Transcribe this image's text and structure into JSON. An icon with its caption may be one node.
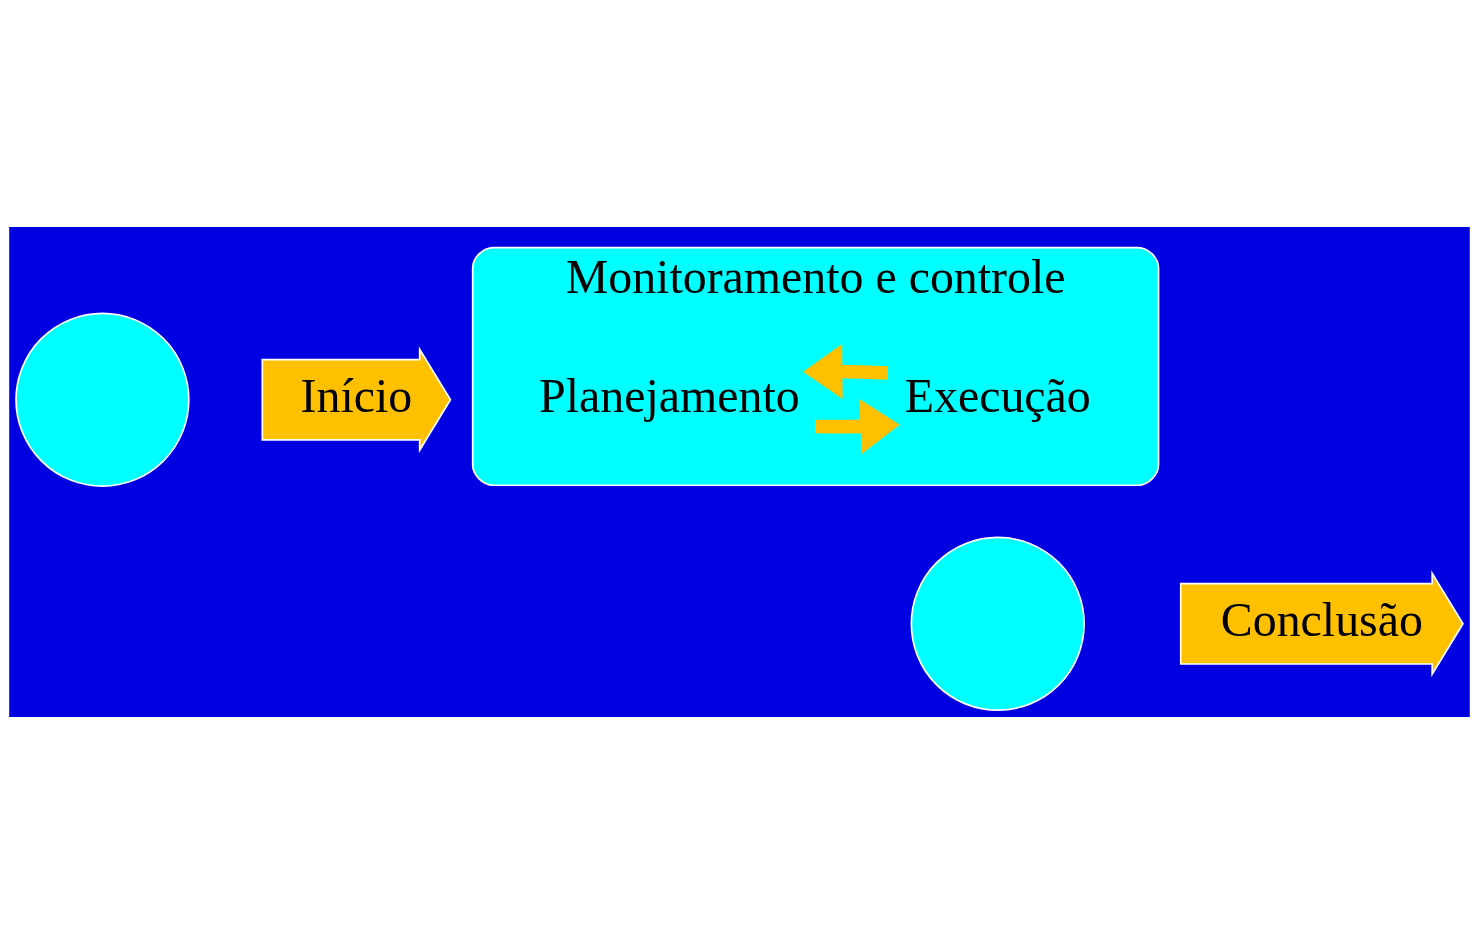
{
  "diagram": {
    "nodes": [
      {
        "text": [],
        "shape": "circle"
      },
      {
        "text": [
          "Início"
        ]
      },
      {
        "text": [
          "Monitoramento e controle"
        ]
      },
      {
        "text": [
          "Planejamento"
        ],
        "in": 2
      },
      {
        "text": [
          "Execução"
        ],
        "in": 2
      },
      {
        "text": [],
        "shape": "circle"
      },
      {
        "text": [
          "Conclusão"
        ]
      }
    ],
    "edges": [
      {
        "from": 3,
        "to": 4,
        "arrow": "to"
      },
      {
        "from": 4,
        "to": 3,
        "arrow": "to"
      }
    ]
  }
}
